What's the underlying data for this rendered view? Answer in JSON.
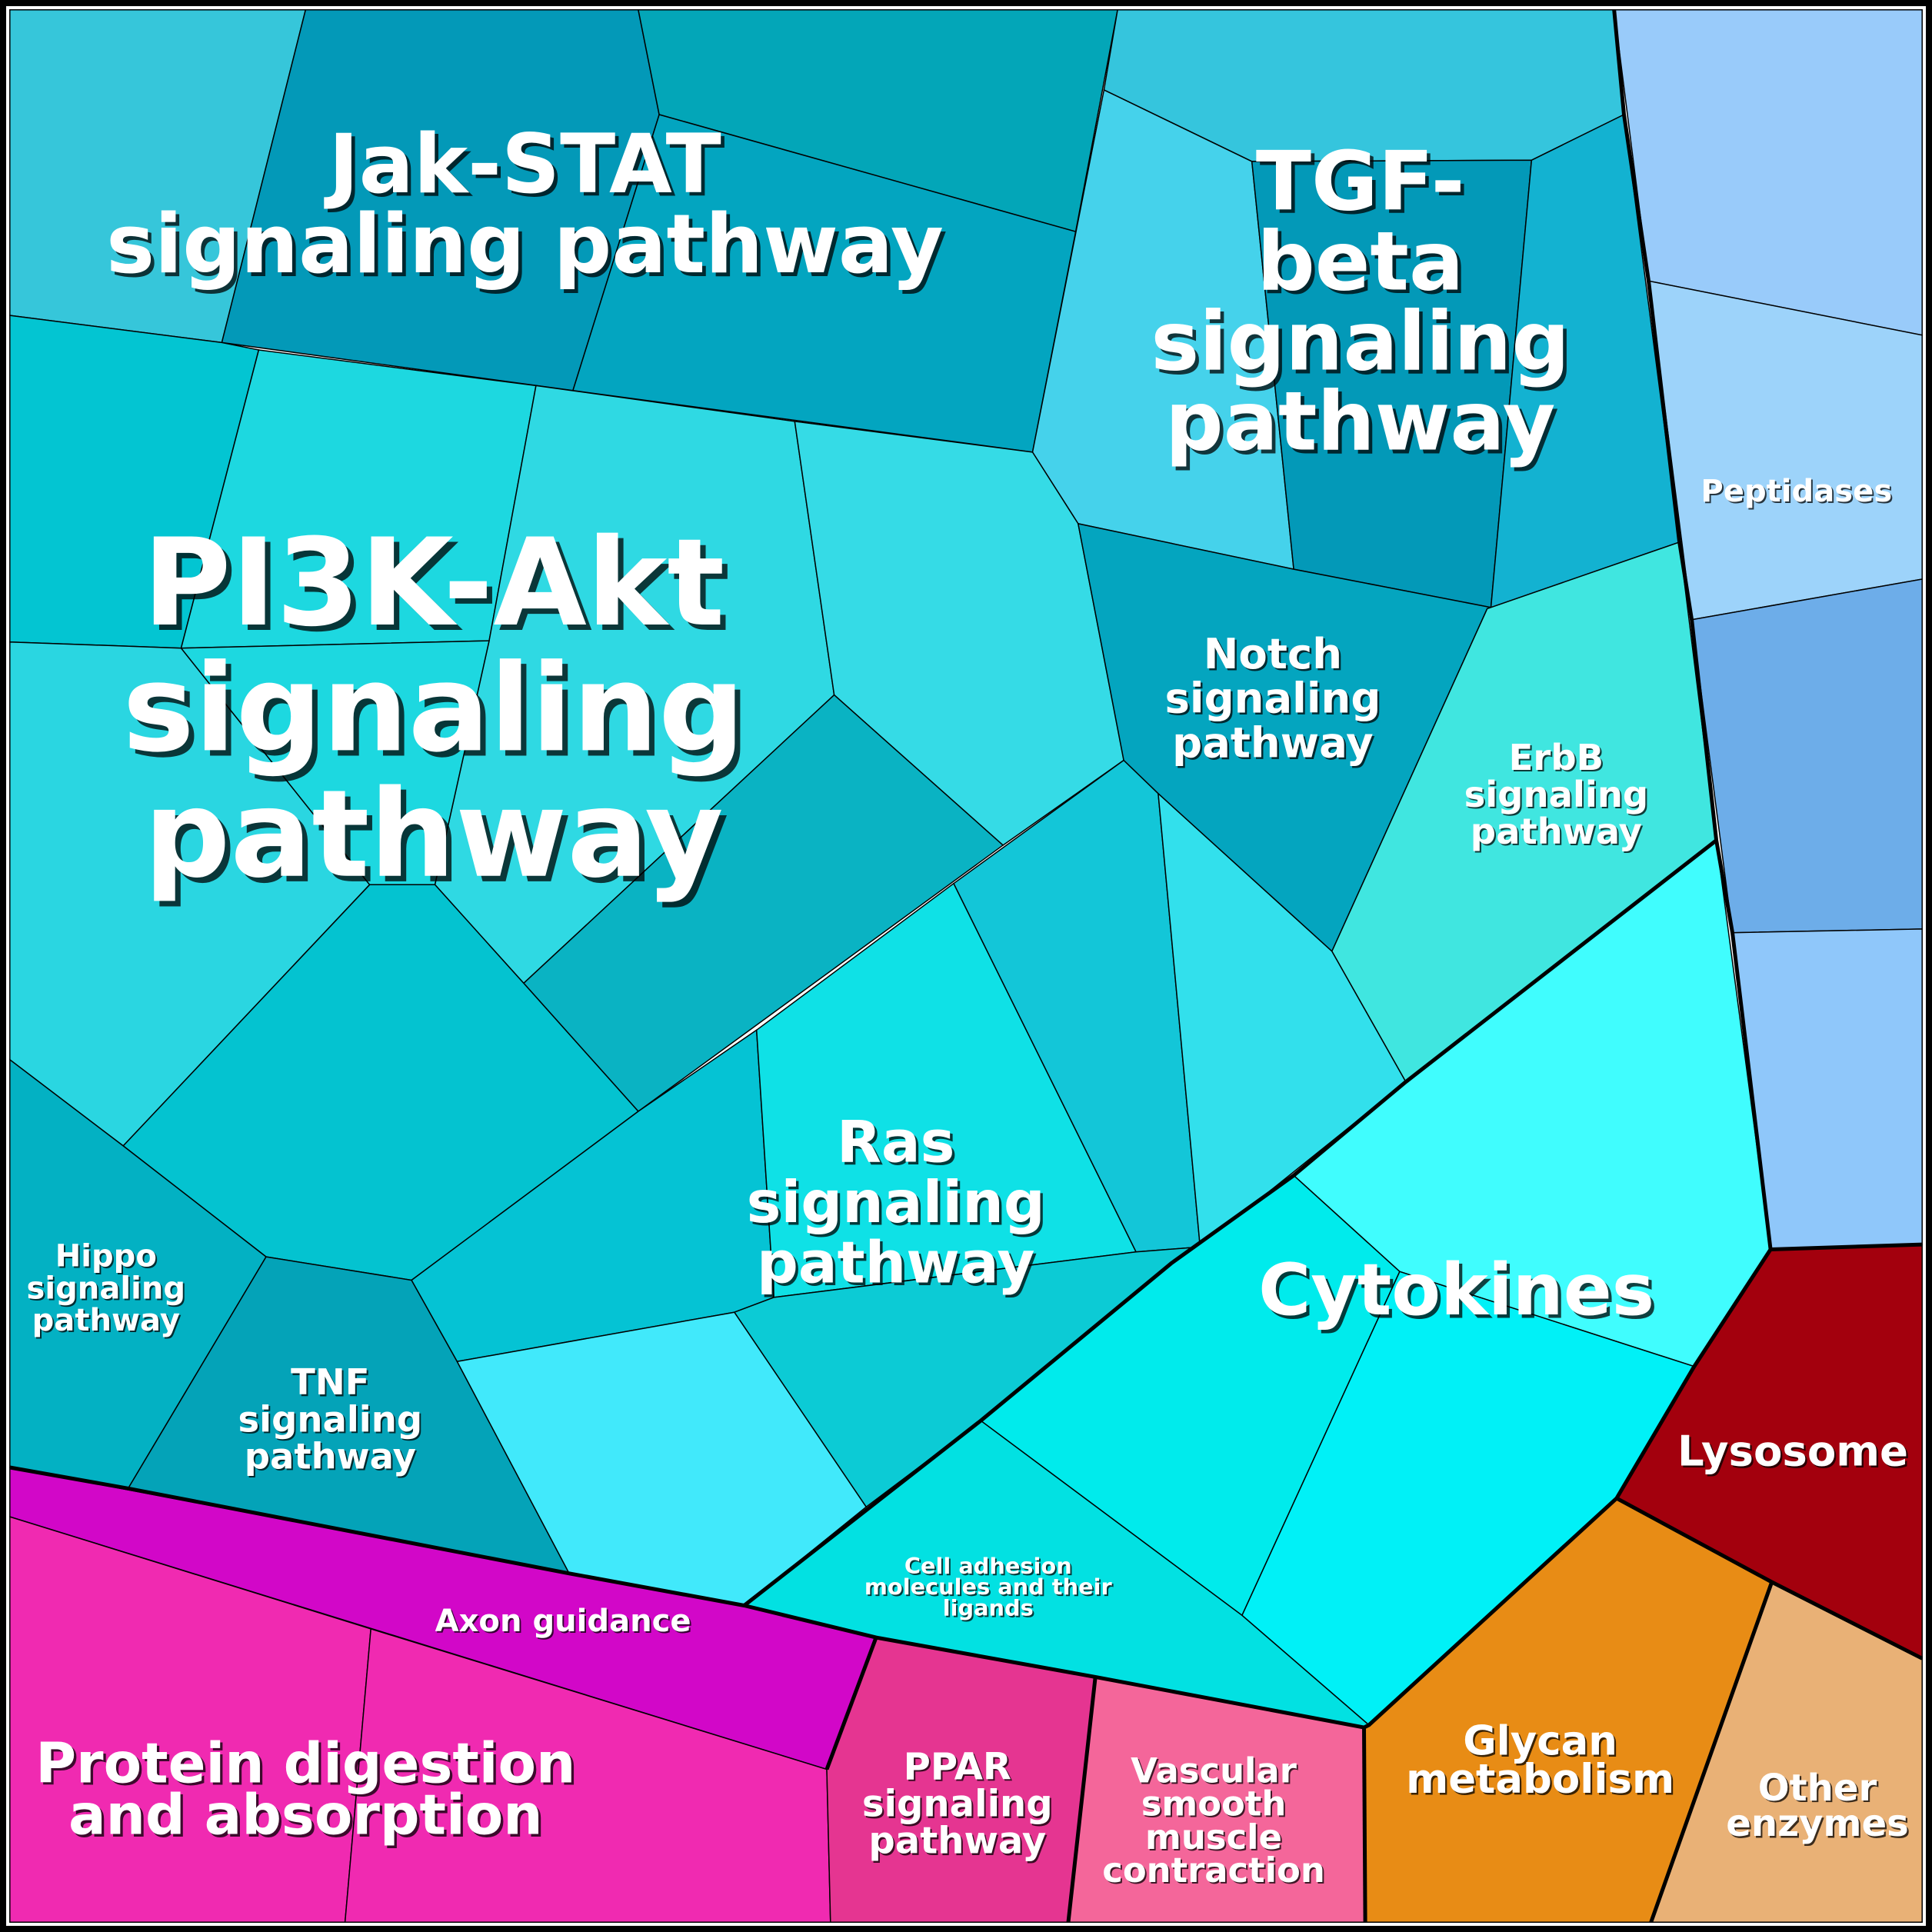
{
  "chart_data": {
    "type": "voronoi-treemap",
    "title": "",
    "groups": [
      {
        "name": "Cytokines",
        "color": "#00f3f9"
      },
      {
        "name": "Peptidases",
        "color": "#95c9fa"
      },
      {
        "name": "Lysosome",
        "color": "#a3000d"
      },
      {
        "name": "Glycan metabolism",
        "color": "#e88c15"
      },
      {
        "name": "Other enzymes",
        "color": "#e9b176"
      },
      {
        "name": "Axon guidance",
        "color": "#d207c8"
      },
      {
        "name": "Protein digestion and absorption",
        "color": "#f02ab1"
      },
      {
        "name": "PPAR signaling pathway",
        "color": "#e53591"
      },
      {
        "name": "Vascular smooth muscle contraction",
        "color": "#f4669a"
      }
    ],
    "labels": [
      {
        "text": "Jak-STAT\nsignaling pathway"
      },
      {
        "text": "TGF-\nbeta\nsignaling\npathway"
      },
      {
        "text": "PI3K-Akt\nsignaling\npathway"
      },
      {
        "text": "Notch\nsignaling\npathway"
      },
      {
        "text": "ErbB\nsignaling\npathway"
      },
      {
        "text": "Peptidases"
      },
      {
        "text": "Ras\nsignaling\npathway"
      },
      {
        "text": "Cytokines"
      },
      {
        "text": "Hippo\nsignaling\npathway"
      },
      {
        "text": "TNF\nsignaling\npathway"
      },
      {
        "text": "Lysosome"
      },
      {
        "text": "Cell adhesion\nmolecules and their\nligands"
      },
      {
        "text": "Axon guidance"
      },
      {
        "text": "Protein digestion\nand absorption"
      },
      {
        "text": "PPAR\nsignaling\npathway"
      },
      {
        "text": "Vascular\nsmooth\nmuscle\ncontraction"
      },
      {
        "text": "Glycan\nmetabolism"
      },
      {
        "text": "Other\nenzymes"
      }
    ]
  }
}
